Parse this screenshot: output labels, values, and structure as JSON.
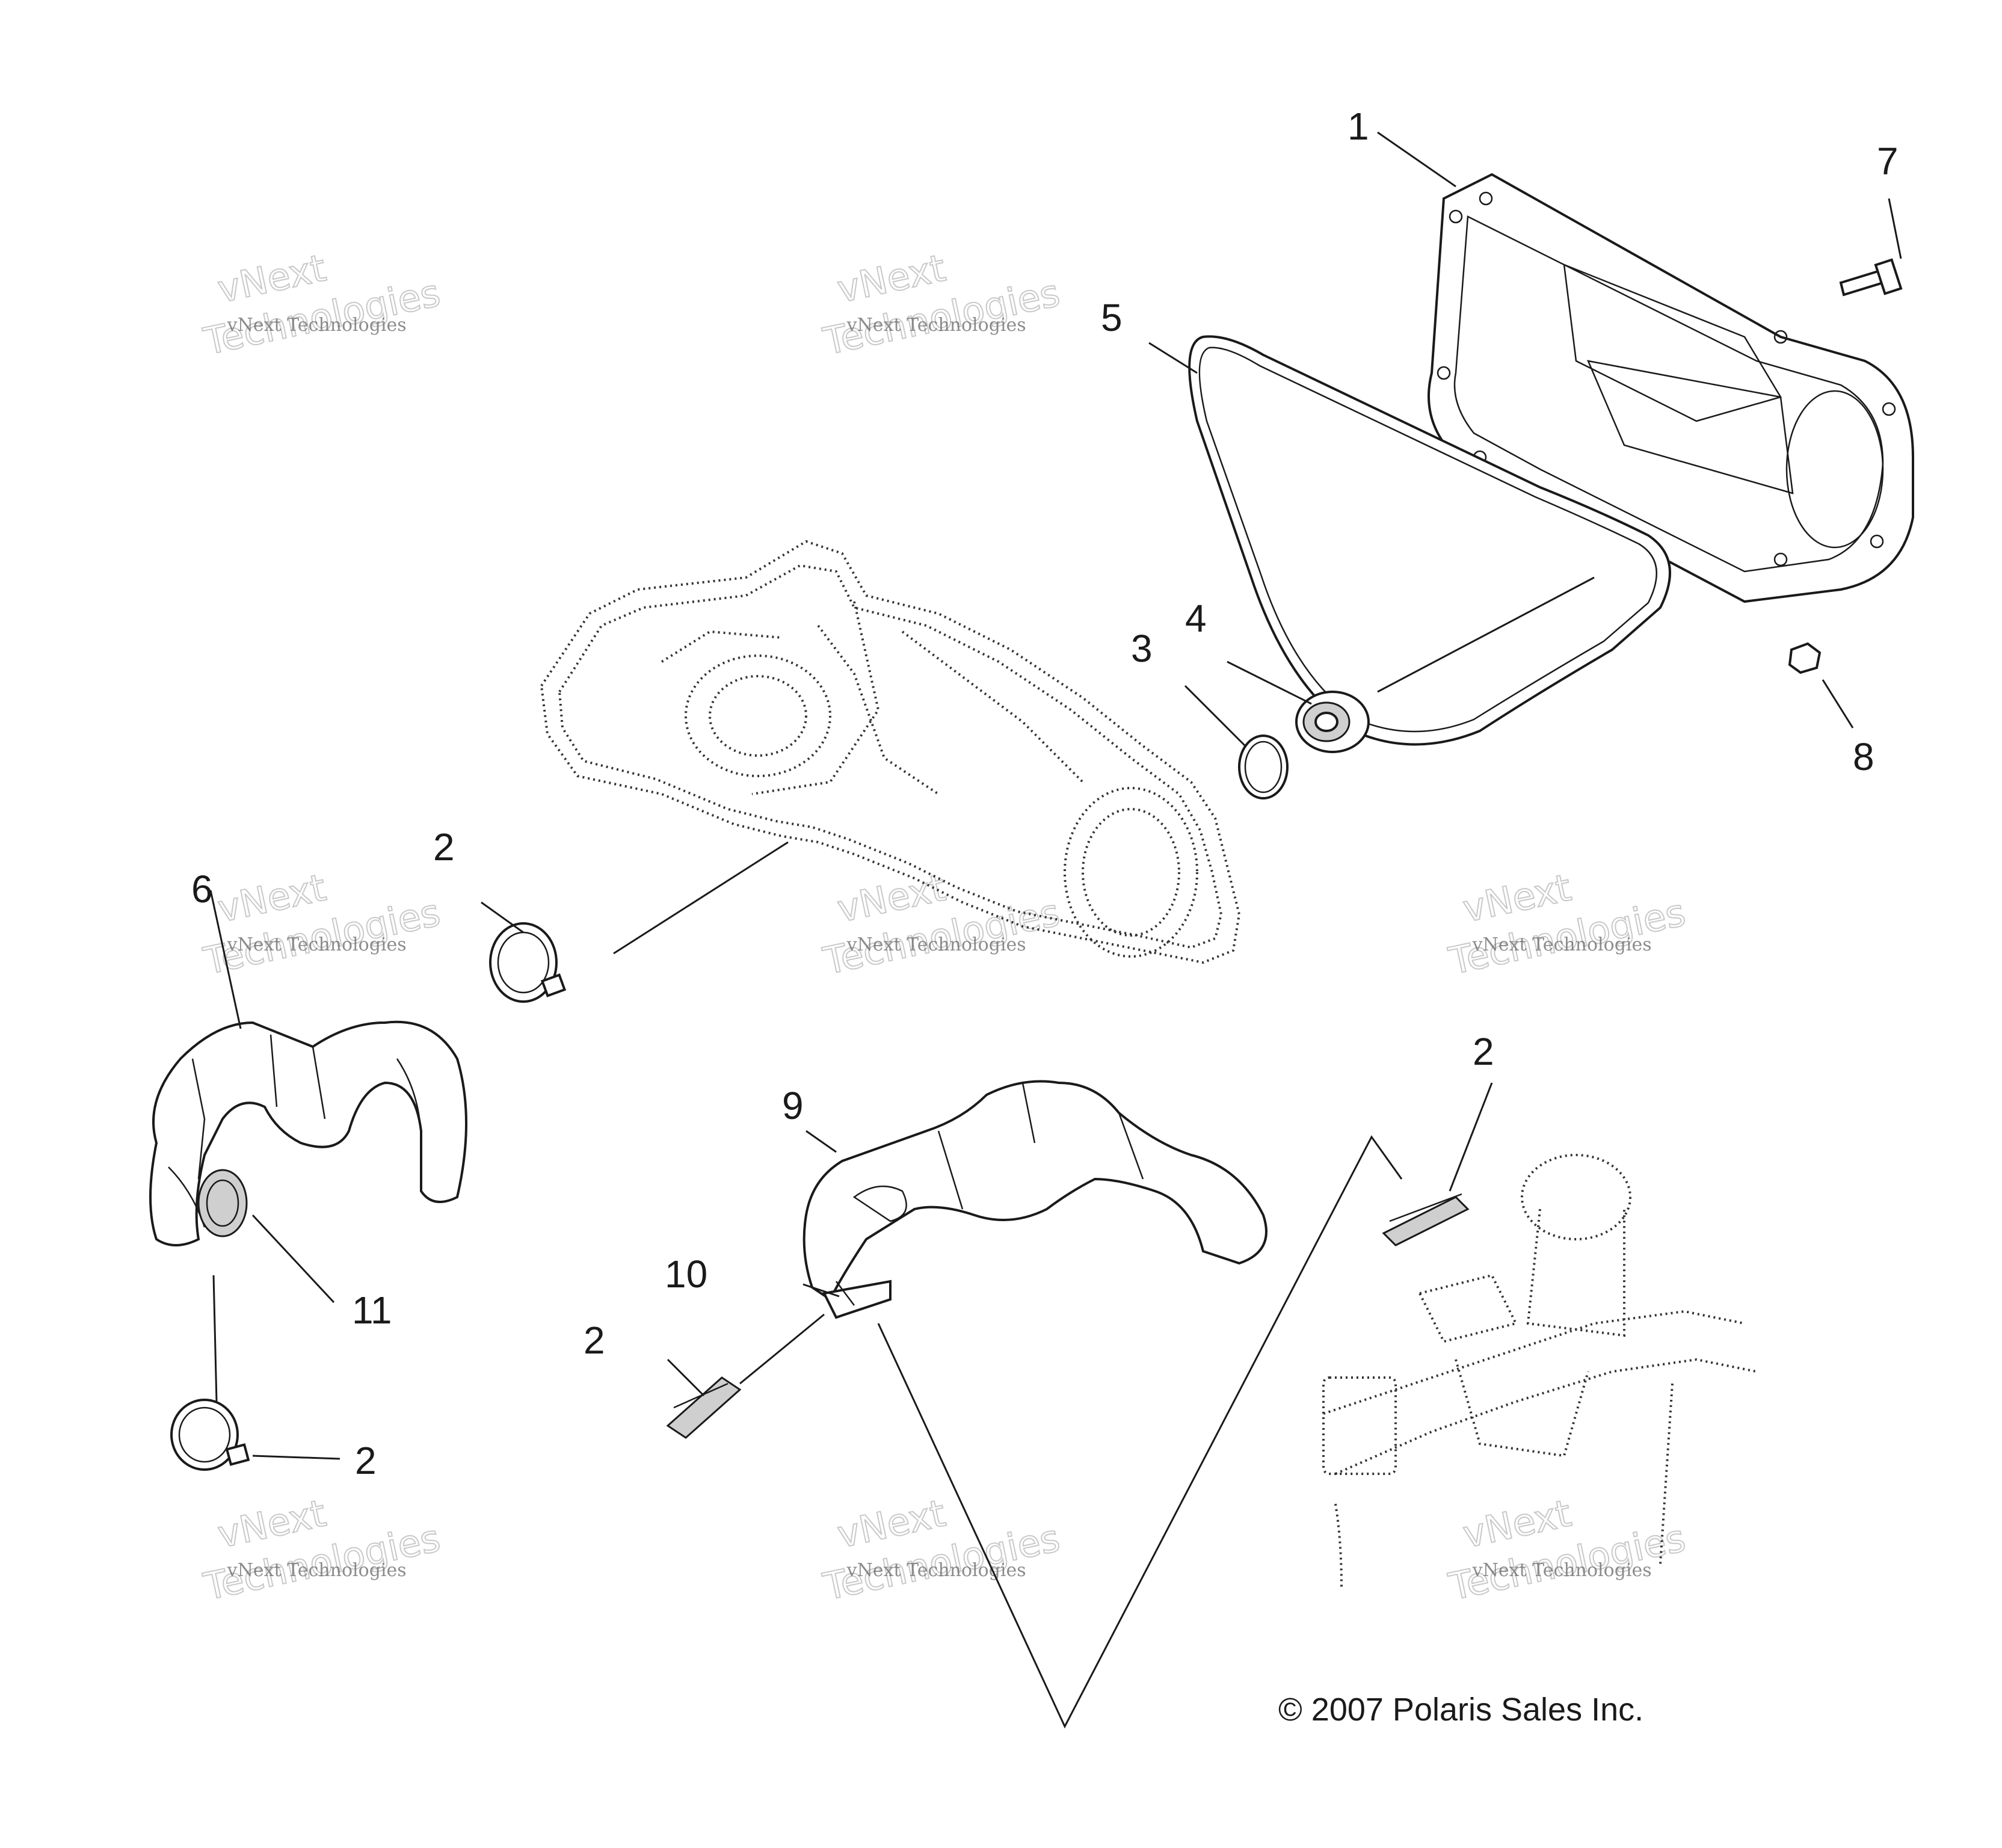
{
  "callouts": [
    {
      "n": "1"
    },
    {
      "n": "2"
    },
    {
      "n": "2"
    },
    {
      "n": "2"
    },
    {
      "n": "2"
    },
    {
      "n": "3"
    },
    {
      "n": "4"
    },
    {
      "n": "5"
    },
    {
      "n": "6"
    },
    {
      "n": "7"
    },
    {
      "n": "8"
    },
    {
      "n": "9"
    },
    {
      "n": "10"
    },
    {
      "n": "11"
    }
  ],
  "copyright": "© 2007 Polaris Sales Inc.",
  "watermark": {
    "line1": "vNext Technologies",
    "line2": "vNext",
    "line3": "Technologies"
  }
}
